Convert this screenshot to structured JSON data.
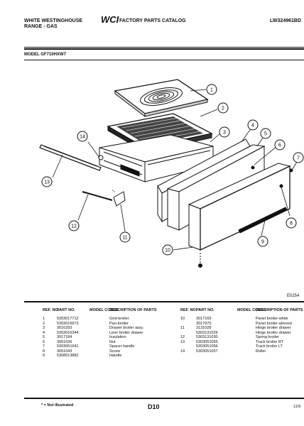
{
  "header": {
    "brand": "WHITE WESTINGHOUSE",
    "product": "RANGE - GAS",
    "catalog": "FACTORY PARTS CATALOG",
    "doc_number": "LW324961BD",
    "logo_text": "WCI"
  },
  "model_label": "MODEL GF710HXW7",
  "diagram_code": "E0254",
  "callouts": [
    "1",
    "2",
    "3",
    "4",
    "5",
    "6",
    "7",
    "8",
    "9",
    "10",
    "11",
    "12",
    "13",
    "14"
  ],
  "table_headers": {
    "ref": "REF. NO.",
    "part": "PART NO.",
    "model_codes": "MODEL CODES",
    "description": "DESCRIPTION OF PARTS"
  },
  "parts_left": [
    {
      "ref": "1",
      "part": "5303017712",
      "codes": "",
      "desc": "Grid-broiler"
    },
    {
      "ref": "2",
      "part": "5303016973",
      "codes": "",
      "desc": "Pan-broiler"
    },
    {
      "ref": "3",
      "part": "3016293",
      "codes": "",
      "desc": "Drawer broiler assy."
    },
    {
      "ref": "4",
      "part": "5303016344",
      "codes": "",
      "desc": "Liner broiler drawer"
    },
    {
      "ref": "5",
      "part": "3017184",
      "codes": "",
      "desc": "Insulation"
    },
    {
      "ref": "6",
      "part": "3051036",
      "codes": "",
      "desc": "Nut"
    },
    {
      "ref": "7",
      "part": "5303051041",
      "codes": "",
      "desc": "Spacer handle"
    },
    {
      "ref": "8",
      "part": "3051043",
      "codes": "",
      "desc": "Screw"
    },
    {
      "ref": "9",
      "part": "5308013882",
      "codes": "",
      "desc": "Handle"
    }
  ],
  "parts_right": [
    {
      "ref": "10",
      "part": "3017169",
      "codes": "",
      "desc": "Panel broiler-white"
    },
    {
      "ref": "",
      "part": "3017970",
      "codes": "",
      "desc": "Panel broiler-almond"
    },
    {
      "ref": "11",
      "part": "3131028",
      "codes": "",
      "desc": "Hinge broiler drawer"
    },
    {
      "ref": "",
      "part": "5303131029",
      "codes": "",
      "desc": "Hinge broiler drawer"
    },
    {
      "ref": "12",
      "part": "5303131030",
      "codes": "",
      "desc": "Spring broiler"
    },
    {
      "ref": "13",
      "part": "5303051055",
      "codes": "",
      "desc": "Track broiler RT"
    },
    {
      "ref": "",
      "part": "5303051056",
      "codes": "",
      "desc": "Track broiler LT"
    },
    {
      "ref": "14",
      "part": "5303051057",
      "codes": "",
      "desc": "Roller"
    }
  ],
  "footnote": "* = Not Illustrated",
  "page_number": "D10",
  "date": "11/9"
}
